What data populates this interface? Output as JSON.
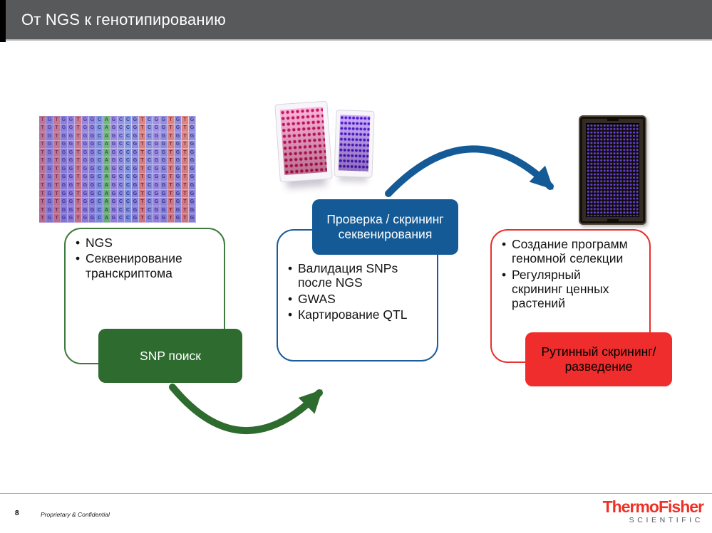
{
  "header": {
    "title": "От NGS к генотипированию"
  },
  "flow": {
    "step1": {
      "bullets": [
        "NGS",
        "Секвенирование транскриптома"
      ],
      "label": "SNP поиск"
    },
    "step2": {
      "heading": "Проверка / скрининг секвенирования",
      "bullets": [
        "Валидация SNPs после NGS",
        "GWAS",
        "Картирование QTL"
      ]
    },
    "step3": {
      "bullets": [
        "Создание программ геномной селекции",
        "Регулярный скрининг ценных растений"
      ],
      "label": "Рутинный скрининг/разведение"
    }
  },
  "images": {
    "dna": {
      "name": "dna-sequence-alignment",
      "sequence": "TGTGGTGGCAGCCGTCGG",
      "rows": 13,
      "columns": 22
    },
    "plates": {
      "name": "pcr-microplates"
    },
    "array": {
      "name": "genotyping-array-plate"
    }
  },
  "footer": {
    "page_number": "8",
    "confidential": "Proprietary & Confidential",
    "logo": {
      "line1": "ThermoFisher",
      "line2": "SCIENTIFIC"
    }
  },
  "colors": {
    "header_bg": "#58595B",
    "green": "#2E6B2F",
    "blue": "#135A96",
    "red": "#EE2D2C",
    "logo_red": "#EF3024"
  }
}
